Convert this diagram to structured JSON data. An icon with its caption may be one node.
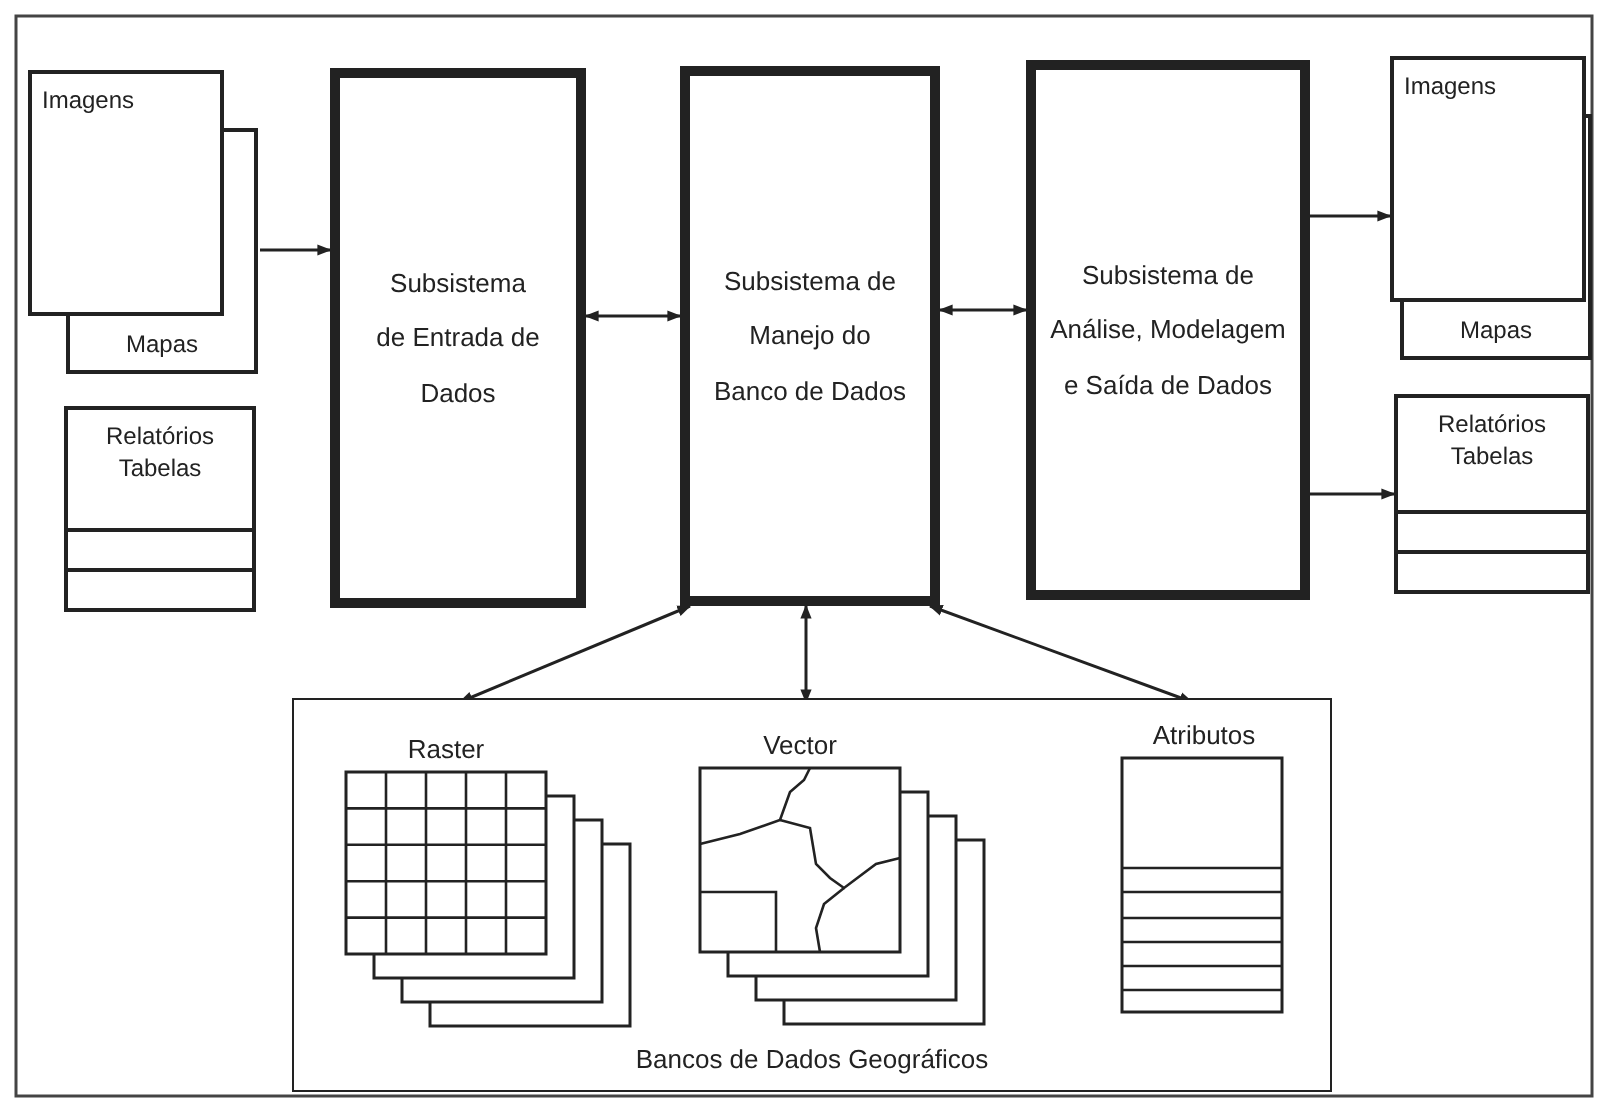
{
  "diagram": {
    "nodes": [
      {
        "text": [
          "Imagens",
          "Mapas"
        ]
      },
      {
        "text": [
          "Relatórios Tabelas"
        ]
      },
      {
        "text": [
          "Subsistema de Entrada de Dados"
        ]
      },
      {
        "text": [
          "Subsistema de Manejo do Banco de Dados"
        ]
      },
      {
        "text": [
          "Subsistema de Análise, Modelagem e Saída de Dados"
        ]
      },
      {
        "text": [
          "Imagens",
          "Mapas"
        ]
      },
      {
        "text": [
          "Relatórios Tabelas"
        ]
      },
      {
        "text": [
          "Bancos de Dados Geográficos"
        ]
      },
      {
        "text": [
          "Raster"
        ],
        "in": 7
      },
      {
        "text": [
          "Vector"
        ],
        "in": 7
      },
      {
        "text": [
          "Atributos"
        ],
        "in": 7
      }
    ],
    "edges": [
      {
        "from": 0,
        "to": 2,
        "arrow": "to"
      },
      {
        "from": 2,
        "to": 3,
        "arrow": "both"
      },
      {
        "from": 3,
        "to": 4,
        "arrow": "both"
      },
      {
        "from": 4,
        "to": 5,
        "arrow": "to"
      },
      {
        "from": 4,
        "to": 6,
        "arrow": "to"
      },
      {
        "from": 3,
        "to": 8,
        "arrow": "both"
      },
      {
        "from": 3,
        "to": 9,
        "arrow": "both"
      },
      {
        "from": 3,
        "to": 10,
        "arrow": "both"
      }
    ]
  }
}
